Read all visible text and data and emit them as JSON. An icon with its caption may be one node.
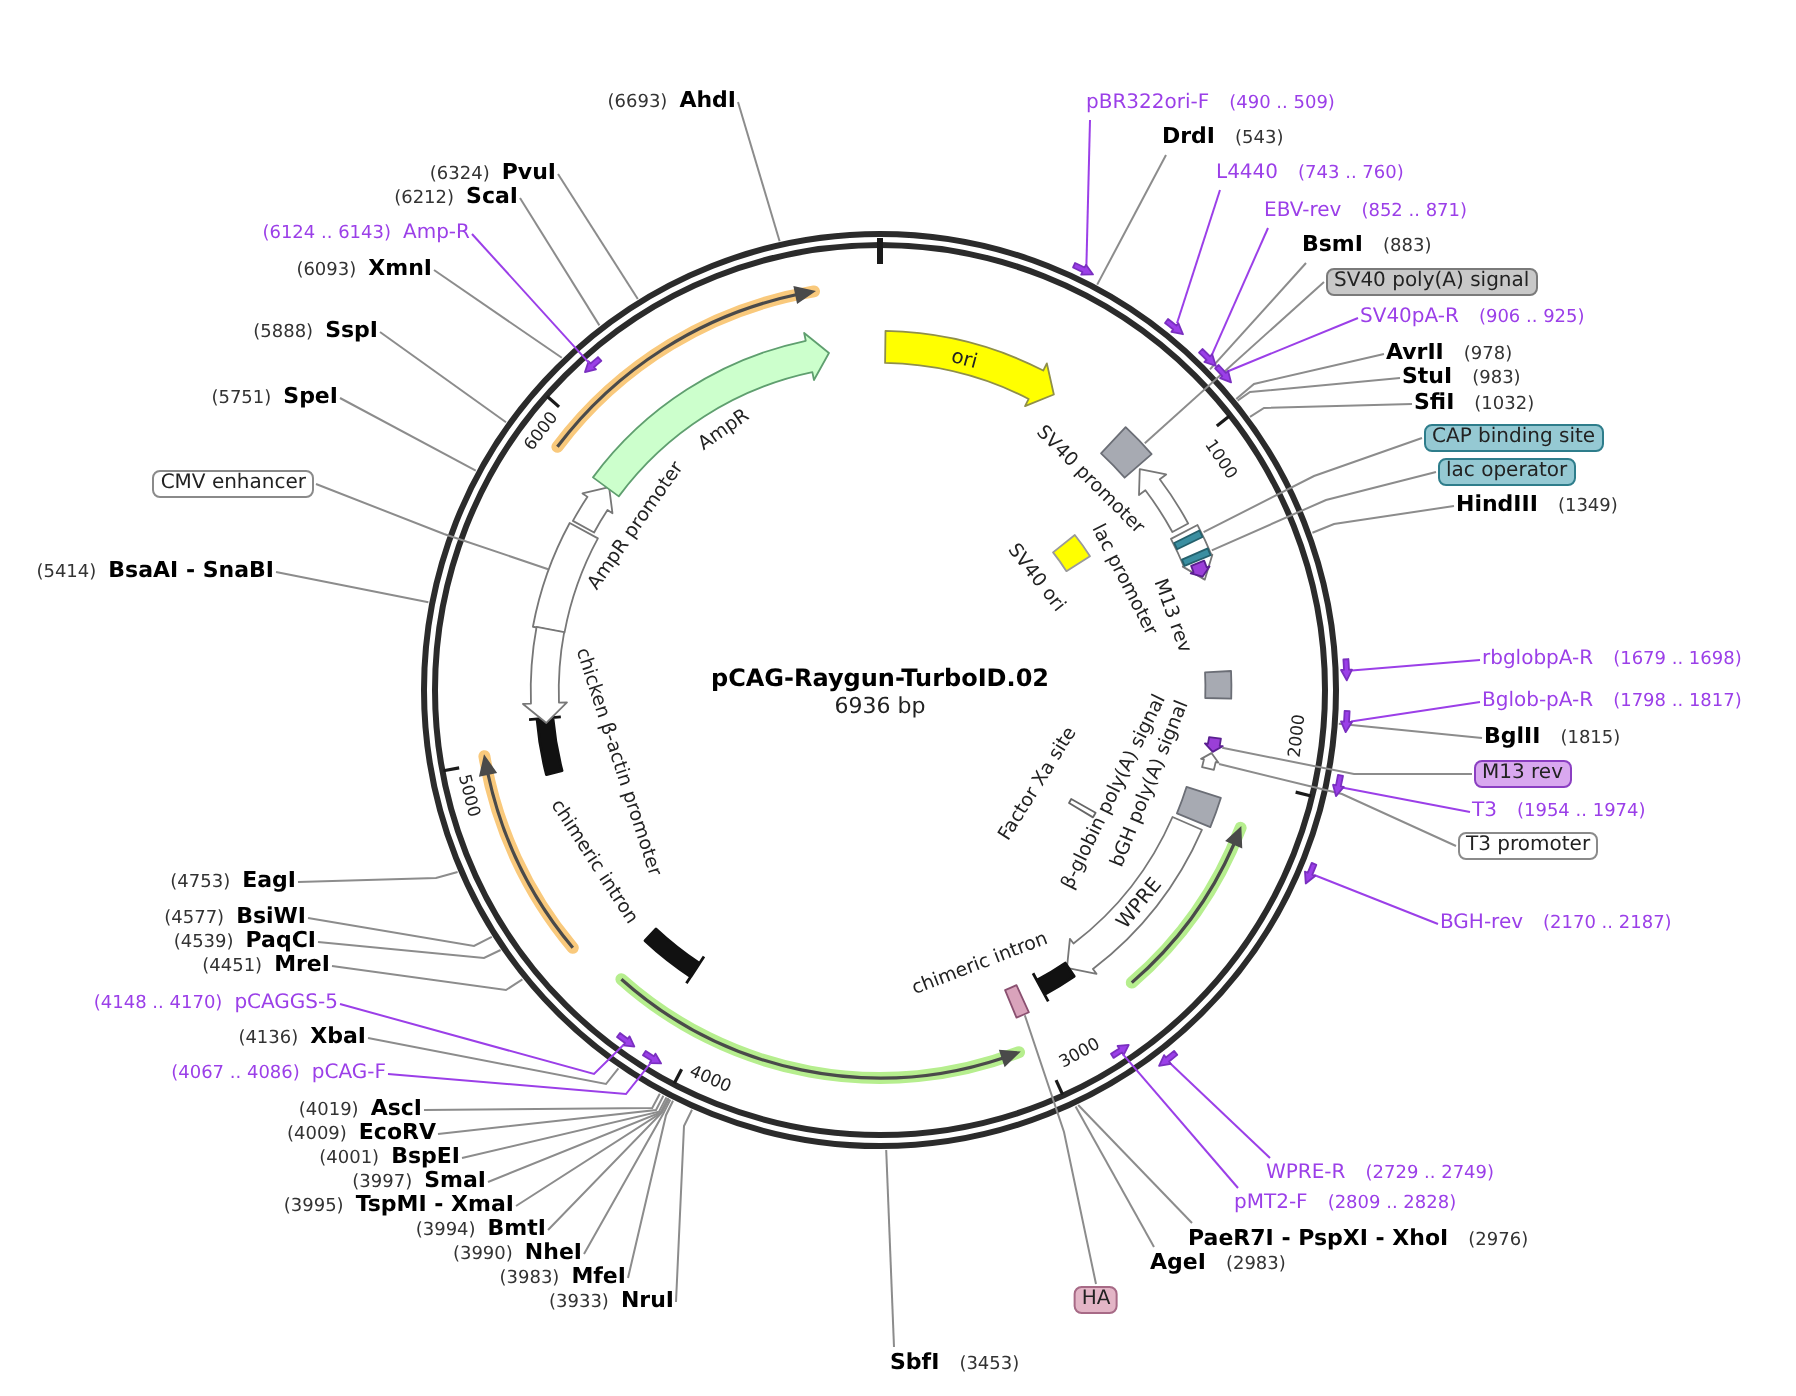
{
  "diagram": {
    "title": "pCAG-Raygun-TurboID.02",
    "nodes": [
      {
        "text": [
          "pBR322ori-F",
          "(490 .. 509)"
        ]
      },
      {
        "text": [
          "DrdI",
          "(543)"
        ]
      },
      {
        "text": [
          "L4440",
          "(743 .. 760)"
        ]
      },
      {
        "text": [
          "EBV-rev",
          "(852 .. 871)"
        ]
      },
      {
        "text": [
          "BsmI",
          "(883)"
        ]
      },
      {
        "text": [
          "SV40 poly(A) signal"
        ]
      },
      {
        "text": [
          "SV40pA-R",
          "(906 .. 925)"
        ]
      },
      {
        "text": [
          "AvrII",
          "(978)"
        ]
      },
      {
        "text": [
          "StuI",
          "(983)"
        ]
      },
      {
        "text": [
          "SfiI",
          "(1032)"
        ]
      },
      {
        "text": [
          "CAP binding site"
        ]
      },
      {
        "text": [
          "lac operator"
        ]
      },
      {
        "text": [
          "HindIII",
          "(1349)"
        ]
      },
      {
        "text": [
          "rbglobpA-R",
          "(1679 .. 1698)"
        ]
      },
      {
        "text": [
          "Bglob-pA-R",
          "(1798 .. 1817)"
        ]
      },
      {
        "text": [
          "BglII",
          "(1815)"
        ]
      },
      {
        "text": [
          "M13 rev"
        ]
      },
      {
        "text": [
          "T3",
          "(1954 .. 1974)"
        ]
      },
      {
        "text": [
          "T3 promoter"
        ]
      },
      {
        "text": [
          "BGH-rev",
          "(2170 .. 2187)"
        ]
      },
      {
        "text": [
          "WPRE-R",
          "(2729 .. 2749)"
        ]
      },
      {
        "text": [
          "pMT2-F",
          "(2809 .. 2828)"
        ]
      },
      {
        "text": [
          "PaeR7I - PspXI - XhoI",
          "(2976)"
        ]
      },
      {
        "text": [
          "AgeI",
          "(2983)"
        ]
      },
      {
        "text": [
          "HA"
        ]
      },
      {
        "text": [
          "SbfI",
          "(3453)"
        ]
      },
      {
        "text": [
          "(3933)",
          "NruI"
        ]
      },
      {
        "text": [
          "(3983)",
          "MfeI"
        ]
      },
      {
        "text": [
          "(3990)",
          "NheI"
        ]
      },
      {
        "text": [
          "(3994)",
          "BmtI"
        ]
      },
      {
        "text": [
          "(3995)",
          "TspMI - XmaI"
        ]
      },
      {
        "text": [
          "(3997)",
          "SmaI"
        ]
      },
      {
        "text": [
          "(4001)",
          "BspEI"
        ]
      },
      {
        "text": [
          "(4009)",
          "EcoRV"
        ]
      },
      {
        "text": [
          "(4019)",
          "AscI"
        ]
      },
      {
        "text": [
          "(4067 .. 4086)",
          "pCAG-F"
        ]
      },
      {
        "text": [
          "(4136)",
          "XbaI"
        ]
      },
      {
        "text": [
          "(4148 .. 4170)",
          "pCAGGS-5"
        ]
      },
      {
        "text": [
          "(4451)",
          "MreI"
        ]
      },
      {
        "text": [
          "(4539)",
          "PaqCI"
        ]
      },
      {
        "text": [
          "(4577)",
          "BsiWI"
        ]
      },
      {
        "text": [
          "(4753)",
          "EagI"
        ]
      },
      {
        "text": [
          "(5414)",
          "BsaAI - SnaBI"
        ]
      },
      {
        "text": [
          "CMV enhancer"
        ]
      },
      {
        "text": [
          "(5751)",
          "SpeI"
        ]
      },
      {
        "text": [
          "(5888)",
          "SspI"
        ]
      },
      {
        "text": [
          "(6093)",
          "XmnI"
        ]
      },
      {
        "text": [
          "(6124 .. 6143)",
          "Amp-R"
        ]
      },
      {
        "text": [
          "(6212)",
          "ScaI"
        ]
      },
      {
        "text": [
          "(6324)",
          "PvuI"
        ]
      },
      {
        "text": [
          "(6693)",
          "AhdI"
        ]
      },
      {
        "text": [
          "ori"
        ],
        "in": 86
      },
      {
        "text": [],
        "shape": "box",
        "in": 86
      },
      {
        "text": [],
        "shape": "arrow",
        "in": 86,
        "beside": [
          "SV40 promoter"
        ]
      },
      {
        "text": [],
        "shape": "box",
        "in": 86,
        "beside": [
          "SV40 ori"
        ]
      },
      {
        "text": [],
        "shape": "arrow",
        "in": 86
      },
      {
        "text": [],
        "shape": "box",
        "in": 55
      },
      {
        "text": [],
        "shape": "box",
        "in": 55
      },
      {
        "text": [],
        "shape": "arrow",
        "in": 55,
        "beside": [
          "M13 rev"
        ]
      },
      {
        "text": [],
        "shape": "box",
        "in": 86
      },
      {
        "text": [],
        "shape": "box",
        "in": 86,
        "beside": [
          "Factor Xa site"
        ]
      },
      {
        "text": [],
        "shape": "arrow",
        "in": 86
      },
      {
        "text": [],
        "shape": "arrow",
        "in": 86
      },
      {
        "text": [],
        "shape": "box",
        "in": 86,
        "beside": [
          "bGH poly(A) signal"
        ]
      },
      {
        "text": [
          "WPRE"
        ],
        "in": 86
      },
      {
        "text": [],
        "shape": "bar",
        "in": 86,
        "beside": [
          "chimeric intron"
        ]
      },
      {
        "text": [],
        "shape": "box",
        "in": 86
      },
      {
        "text": [],
        "shape": "bar",
        "in": 86
      },
      {
        "text": [],
        "shape": "bar",
        "in": 86
      },
      {
        "text": [],
        "shape": "box",
        "in": 86
      },
      {
        "text": [],
        "shape": "arrow",
        "in": 86
      },
      {
        "text": [],
        "shape": "arrow",
        "in": 86,
        "beside": [
          "AmpR promoter"
        ]
      },
      {
        "text": [],
        "shape": "arrow",
        "in": 86,
        "beside": [
          "AmpR"
        ]
      },
      {
        "text": [],
        "shape": "arrow"
      },
      {
        "text": [],
        "shape": "arrow"
      },
      {
        "text": [],
        "shape": "arrow"
      },
      {
        "text": [],
        "shape": "arrow"
      },
      {
        "text": [],
        "shape": "arrow"
      },
      {
        "text": [],
        "shape": "arrow"
      },
      {
        "text": [],
        "shape": "arrow"
      },
      {
        "text": [],
        "shape": "arrow"
      },
      {
        "text": [],
        "shape": "arrow"
      },
      {
        "text": [],
        "shape": "arrow",
        "in": 86
      },
      {
        "text": [],
        "shape": "arrow",
        "in": 86
      },
      {
        "text": [],
        "shape": "arrow",
        "in": 86
      },
      {
        "text": [],
        "shape": "arrow",
        "in": 86
      },
      {
        "text": [],
        "shape": "circle"
      }
    ],
    "edges": [
      {
        "from": 0,
        "to": 73,
        "arrow": "none",
        "color": "#9b3fe8"
      },
      {
        "from": 1,
        "to": 86,
        "arrow": "none"
      },
      {
        "from": 2,
        "to": 74,
        "arrow": "none",
        "color": "#9b3fe8"
      },
      {
        "from": 3,
        "to": 75,
        "arrow": "none",
        "color": "#9b3fe8"
      },
      {
        "from": 4,
        "to": 86,
        "arrow": "none"
      },
      {
        "from": 5,
        "to": 52,
        "arrow": "none"
      },
      {
        "from": 6,
        "to": 76,
        "arrow": "none",
        "color": "#9b3fe8"
      },
      {
        "from": 7,
        "to": 86,
        "arrow": "none"
      },
      {
        "from": 8,
        "to": 86,
        "arrow": "none"
      },
      {
        "from": 9,
        "to": 86,
        "arrow": "none"
      },
      {
        "from": 10,
        "to": 56,
        "arrow": "none"
      },
      {
        "from": 11,
        "to": 57,
        "arrow": "none"
      },
      {
        "from": 12,
        "to": 86,
        "arrow": "none"
      },
      {
        "from": 13,
        "to": 77,
        "arrow": "none",
        "color": "#9b3fe8"
      },
      {
        "from": 14,
        "to": 78,
        "arrow": "none",
        "color": "#9b3fe8"
      },
      {
        "from": 15,
        "to": 86,
        "arrow": "none"
      },
      {
        "from": 16,
        "to": 61,
        "arrow": "none"
      },
      {
        "from": 17,
        "to": 79,
        "arrow": "none",
        "color": "#9b3fe8"
      },
      {
        "from": 18,
        "to": 62,
        "arrow": "none"
      },
      {
        "from": 19,
        "to": 80,
        "arrow": "none",
        "color": "#9b3fe8"
      },
      {
        "from": 20,
        "to": 81,
        "arrow": "none",
        "color": "#9b3fe8"
      },
      {
        "from": 21,
        "to": 82,
        "arrow": "none",
        "color": "#9b3fe8"
      },
      {
        "from": 22,
        "to": 86,
        "arrow": "none"
      },
      {
        "from": 23,
        "to": 86,
        "arrow": "none"
      },
      {
        "from": 24,
        "to": 66,
        "arrow": "none"
      },
      {
        "from": 25,
        "to": 86,
        "arrow": "none"
      },
      {
        "from": 26,
        "to": 86,
        "arrow": "none"
      },
      {
        "from": 27,
        "to": 86,
        "arrow": "none"
      },
      {
        "from": 28,
        "to": 86,
        "arrow": "none"
      },
      {
        "from": 29,
        "to": 86,
        "arrow": "none"
      },
      {
        "from": 30,
        "to": 86,
        "arrow": "none"
      },
      {
        "from": 31,
        "to": 86,
        "arrow": "none"
      },
      {
        "from": 32,
        "to": 86,
        "arrow": "none"
      },
      {
        "from": 33,
        "to": 86,
        "arrow": "none"
      },
      {
        "from": 34,
        "to": 86,
        "arrow": "none"
      },
      {
        "from": 35,
        "to": 83,
        "arrow": "none",
        "color": "#9b3fe8"
      },
      {
        "from": 36,
        "to": 86,
        "arrow": "none"
      },
      {
        "from": 37,
        "to": 84,
        "arrow": "none",
        "color": "#9b3fe8"
      },
      {
        "from": 38,
        "to": 86,
        "arrow": "none"
      },
      {
        "from": 39,
        "to": 86,
        "arrow": "none"
      },
      {
        "from": 40,
        "to": 86,
        "arrow": "none"
      },
      {
        "from": 41,
        "to": 86,
        "arrow": "none"
      },
      {
        "from": 42,
        "to": 86,
        "arrow": "none"
      },
      {
        "from": 43,
        "to": 69,
        "arrow": "none"
      },
      {
        "from": 44,
        "to": 86,
        "arrow": "none"
      },
      {
        "from": 45,
        "to": 86,
        "arrow": "none"
      },
      {
        "from": 46,
        "to": 86,
        "arrow": "none"
      },
      {
        "from": 47,
        "to": 85,
        "arrow": "none",
        "color": "#9b3fe8"
      },
      {
        "from": 48,
        "to": 86,
        "arrow": "none"
      },
      {
        "from": 49,
        "to": 86,
        "arrow": "none"
      },
      {
        "from": 50,
        "to": 86,
        "arrow": "none"
      }
    ],
    "labels": [
      "6936 bp",
      "1000",
      "2000",
      "3000",
      "4000",
      "5000",
      "6000",
      "lac promoter",
      "β-globin poly(A) signal",
      "chimeric intron",
      "chicken β-actin promoter"
    ]
  }
}
